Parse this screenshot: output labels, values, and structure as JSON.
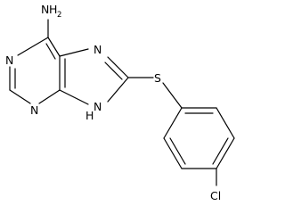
{
  "structure": {
    "atoms": {
      "amine_n": "N",
      "amine_h": "H",
      "amine_h_count": "2",
      "n1": "N",
      "n3": "N",
      "n7": "N",
      "n9": "N",
      "n9_h": "H",
      "sulfur": "S",
      "chlorine": "Cl"
    }
  }
}
